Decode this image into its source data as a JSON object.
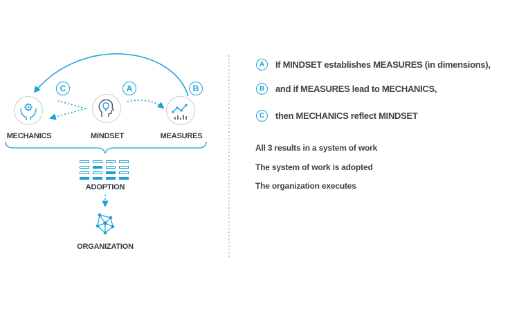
{
  "colors": {
    "accent": "#1aa0d8",
    "text": "#3c434a",
    "muted": "#c9ccd0"
  },
  "nodes": {
    "mechanics": {
      "label": "MECHANICS",
      "icon": "hands-gear-icon"
    },
    "mindset": {
      "label": "MINDSET",
      "icon": "head-lightbulb-icon"
    },
    "measures": {
      "label": "MEASURES",
      "icon": "chart-icon"
    }
  },
  "badges": {
    "a": "A",
    "b": "B",
    "c": "C"
  },
  "adoption": {
    "label": "ADOPTION",
    "icon": "table-icon"
  },
  "organization": {
    "label": "ORGANIZATION",
    "icon": "network-icon"
  },
  "rules": [
    {
      "letter": "A",
      "text": "If MINDSET establishes MEASURES (in dimensions),"
    },
    {
      "letter": "B",
      "text": "and if MEASURES lead to MECHANICS,"
    },
    {
      "letter": "C",
      "text": "then MECHANICS reflect MINDSET"
    }
  ],
  "summary": [
    "All 3 results in a system of work",
    "The system of work is adopted",
    "The organization executes"
  ]
}
